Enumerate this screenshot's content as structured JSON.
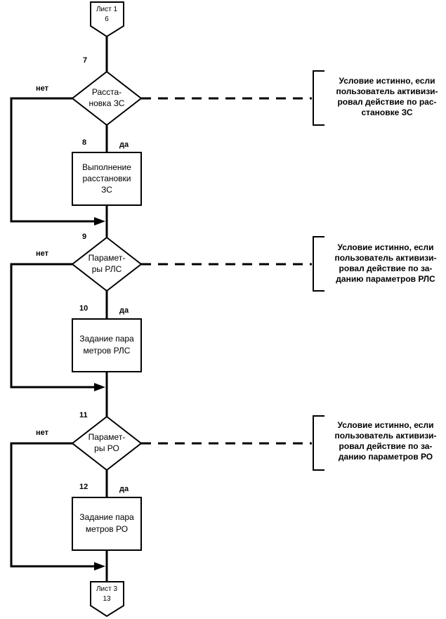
{
  "connector_top": {
    "line1": "Лист 1",
    "line2": "6"
  },
  "connector_bottom": {
    "line1": "Лист 3",
    "line2": "13"
  },
  "steps": [
    {
      "num": "7",
      "line1": "Расста-",
      "line2": "новка ЗС",
      "no": "нет"
    },
    {
      "num": "8",
      "yes": "да",
      "line1": "Выполнение",
      "line2": "расстановки",
      "line3": "ЗС"
    },
    {
      "num": "9",
      "line1": "Парамет-",
      "line2": "ры РЛС",
      "no": "нет"
    },
    {
      "num": "10",
      "yes": "да",
      "line1": "Задание пара",
      "line2": "метров РЛС"
    },
    {
      "num": "11",
      "line1": "Парамет-",
      "line2": "ры РО",
      "no": "нет"
    },
    {
      "num": "12",
      "yes": "да",
      "line1": "Задание пара",
      "line2": "метров РО"
    }
  ],
  "notes": [
    {
      "l1": "Условие истинно, если",
      "l2": "пользователь активизи-",
      "l3": "ровал действие по рас-",
      "l4": "становке ЗС"
    },
    {
      "l1": "Условие истинно, если",
      "l2": "пользователь активизи-",
      "l3": "ровал действие по за-",
      "l4": "данию параметров РЛС"
    },
    {
      "l1": "Условие истинно, если",
      "l2": "пользователь активизи-",
      "l3": "ровал действие по за-",
      "l4": "данию параметров РО"
    }
  ]
}
